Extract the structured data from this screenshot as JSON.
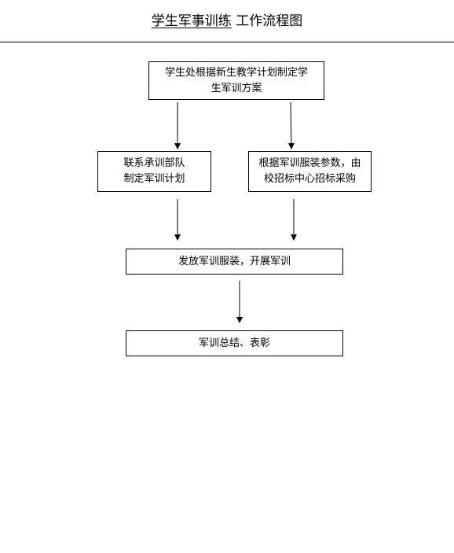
{
  "title": {
    "underlined_part": "学生军事训练",
    "plain_part": "工作流程图"
  },
  "nodes": {
    "step1": [
      "学生处根据新生教学计划制定学",
      "生军训方案"
    ],
    "step2a": [
      "联系承训部队",
      "制定军训计划"
    ],
    "step2b": [
      "根据军训服装参数，由",
      "校招标中心招标采购"
    ],
    "step3": [
      "发放军训服装，开展军训"
    ],
    "step4": [
      "军训总结、表彰"
    ]
  },
  "edges": [
    {
      "from": "step1",
      "to": "step2a"
    },
    {
      "from": "step1",
      "to": "step2b"
    },
    {
      "from": "step2a",
      "to": "step3"
    },
    {
      "from": "step2b",
      "to": "step3"
    },
    {
      "from": "step3",
      "to": "step4"
    }
  ]
}
